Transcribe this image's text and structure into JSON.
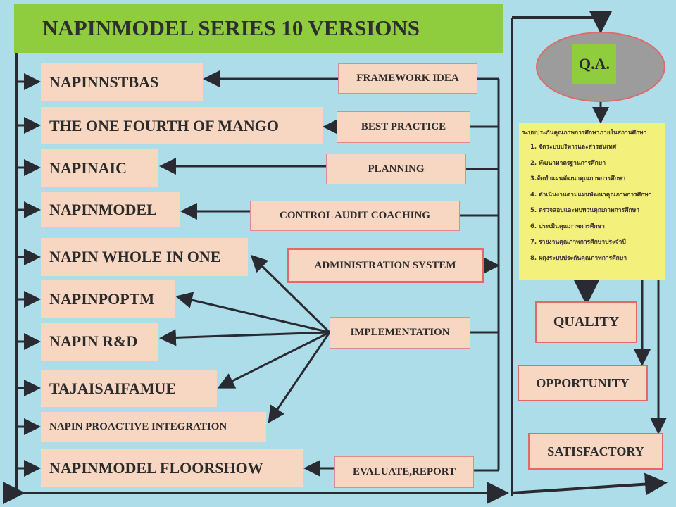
{
  "title": "NAPINMODEL SERIES 10 VERSIONS",
  "versions": [
    "NAPINNSTBAS",
    "THE ONE FOURTH OF MANGO",
    "NAPINAIC",
    "NAPINMODEL",
    "NAPIN WHOLE IN ONE",
    "NAPINPOPTM",
    "NAPIN R&D",
    "TAJAISAIFAMUE",
    "NAPIN PROACTIVE INTEGRATION",
    "NAPINMODEL FLOORSHOW"
  ],
  "processes": [
    "FRAMEWORK IDEA",
    "BEST PRACTICE",
    "PLANNING",
    "CONTROL AUDIT COACHING",
    "ADMINISTRATION SYSTEM",
    "IMPLEMENTATION",
    "EVALUATE,REPORT"
  ],
  "qa": {
    "label": "Q.A.",
    "system_title": "ระบบประกันคุณภาพการศึกษาภายในสถานศึกษา",
    "steps": [
      "1. จัดระบบบริหารและสารสนเทศ",
      "2. พัฒนามาตรฐานการศึกษา",
      "3.จัดทำแผนพัฒนาคุณภาพการศึกษา",
      "4. ดำเนินงานตามแผนพัฒนาคุณภาพการศึกษา",
      "5. ตรวจสอบและทบทวนคุณภาพการศึกษา",
      "6. ประเมินคุณภาพการศึกษา",
      "7. รายงานคุณภาพการศึกษาประจำปี",
      "8. ผดุงระบบประกันคุณภาพการศึกษา"
    ]
  },
  "outcomes": [
    "QUALITY",
    "OPPORTUNITY",
    "SATISFACTORY"
  ]
}
